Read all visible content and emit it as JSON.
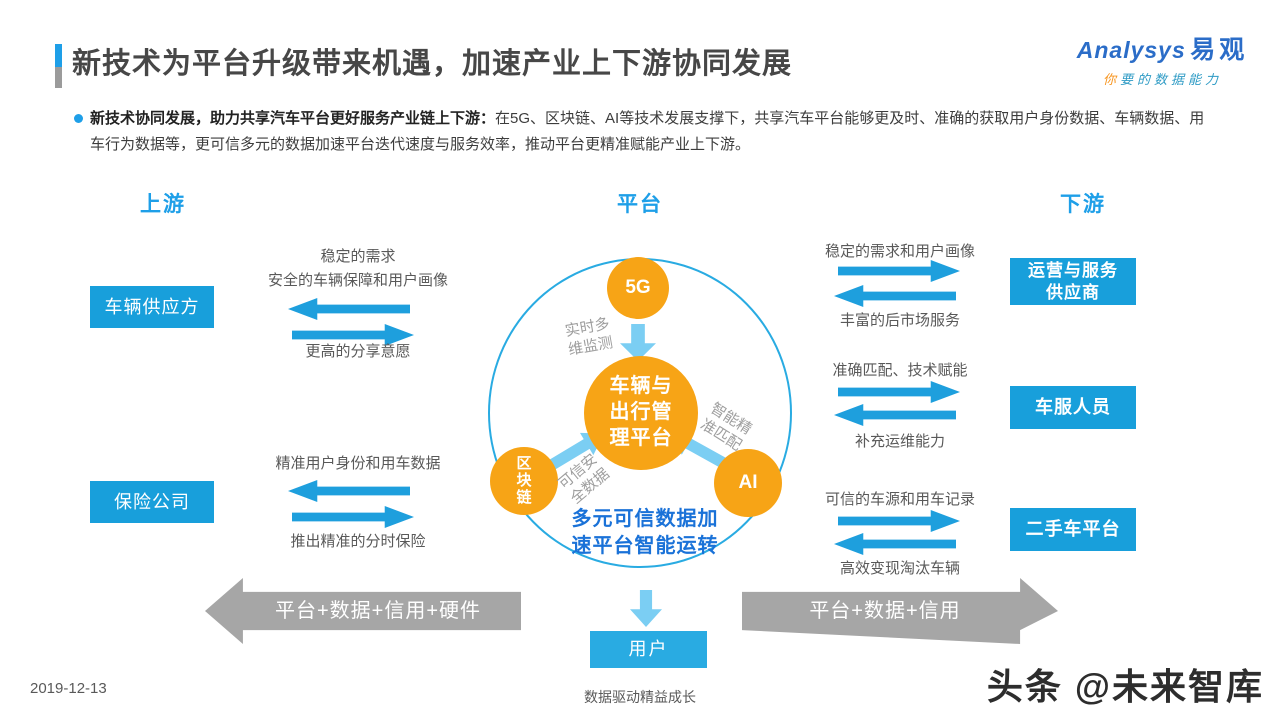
{
  "header": {
    "title": "新技术为平台升级带来机遇，加速产业上下游协同发展",
    "logo": {
      "brand_en": "Analysys",
      "brand_cn": "易观",
      "tagline_first": "你",
      "tagline_rest": "要的数据能力"
    }
  },
  "intro": {
    "bold": "新技术协同发展，助力共享汽车平台更好服务产业链上下游：",
    "rest": "在5G、区块链、AI等技术发展支撑下，共享汽车平台能够更及时、准确的获取用户身份数据、车辆数据、用车行为数据等，更可信多元的数据加速平台迭代速度与服务效率，推动平台更精准赋能产业上下游。"
  },
  "columns": {
    "left": "上游",
    "center": "平台",
    "right": "下游"
  },
  "left_groups": [
    {
      "box": "车辆供应方",
      "top1": "稳定的需求",
      "top2": "安全的车辆保障和用户画像",
      "bottom": "更高的分享意愿"
    },
    {
      "box": "保险公司",
      "top": "精准用户身份和用车数据",
      "bottom": "推出精准的分时保险"
    }
  ],
  "right_groups": [
    {
      "box_lines": [
        "运营与服务",
        "供应商"
      ],
      "top": "稳定的需求和用户画像",
      "bottom": "丰富的后市场服务"
    },
    {
      "box": "车服人员",
      "top": "准确匹配、技术赋能",
      "bottom": "补充运维能力"
    },
    {
      "box": "二手车平台",
      "top": "可信的车源和用车记录",
      "bottom": "高效变现淘汰车辆"
    }
  ],
  "platform": {
    "node_5g": "5G",
    "node_ai": "AI",
    "blockchain_lines": [
      "区",
      "块",
      "链"
    ],
    "center_lines": [
      "车辆与",
      "出行管",
      "理平台"
    ],
    "label_5g_lines": [
      "实时多",
      "维监测"
    ],
    "label_bc_lines": [
      "可信安",
      "全数据"
    ],
    "label_ai_lines": [
      "智能精",
      "准匹配"
    ],
    "caption_lines": [
      "多元可信数据加",
      "速平台智能运转"
    ]
  },
  "bottom": {
    "left_arrow": "平台+数据+信用+硬件",
    "right_arrow": "平台+数据+信用",
    "user_box": "用户"
  },
  "footer": {
    "date": "2019-12-13",
    "center": "数据驱动精益成长",
    "watermark": "头条 @未来智库"
  },
  "colors": {
    "accent_blue": "#1e9fe8",
    "box_blue": "#189fdb",
    "user_box_blue": "#29abe2",
    "node_orange": "#f7a416",
    "fat_arrow_blue": "#7bcef3",
    "gray_arrow": "#a6a6a6",
    "caption_blue": "#1a72d8",
    "circle_outline": "#29abe2"
  }
}
